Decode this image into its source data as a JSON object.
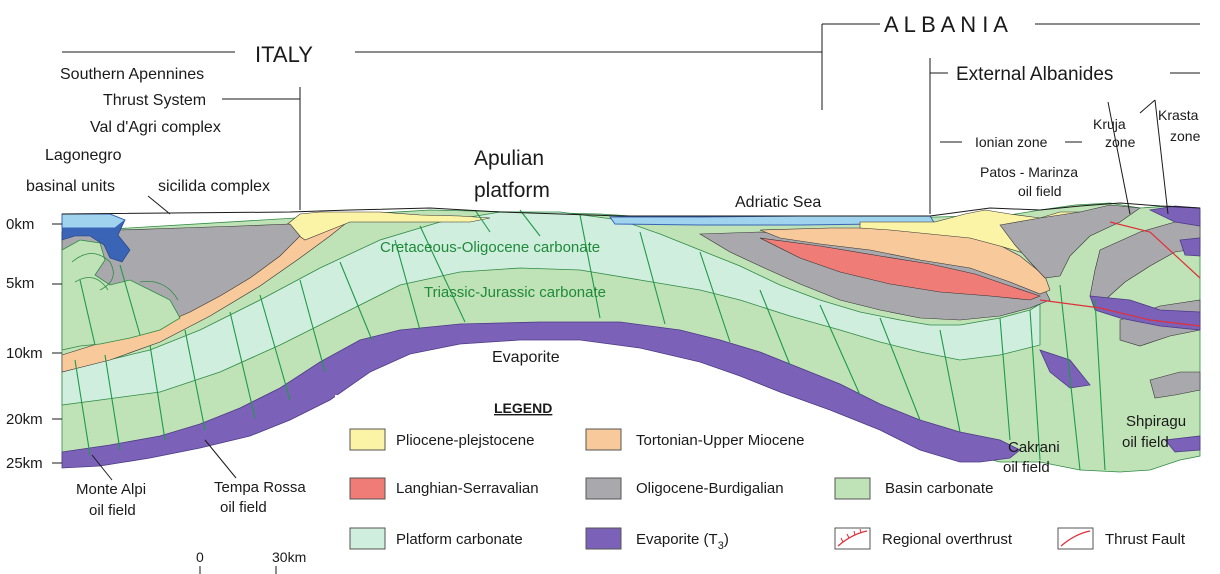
{
  "header": {
    "country_left": "ITALY",
    "country_right": "A L B A N I A",
    "external_albanides": "External Albanides",
    "southern_apennines_1": "Southern Apennines",
    "southern_apennines_2": "Thrust System",
    "val_dagri": "Val d'Agri complex",
    "lagonegro_1": "Lagonegro",
    "lagonegro_2": "basinal units",
    "sicilida": "sicilida complex",
    "apulian_1": "Apulian",
    "apulian_2": "platform",
    "adriatic": "Adriatic Sea",
    "ionian": "Ionian zone",
    "kruja_1": "Kruja",
    "kruja_2": "zone",
    "krasta_1": "Krasta",
    "krasta_2": "zone",
    "patos_1": "Patos - Marinza",
    "patos_2": "oil field"
  },
  "section_labels": {
    "cretaceous": "Cretaceous-Oligocene carbonate",
    "triassic": "Triassic-Jurassic carbonate",
    "evaporite": "Evaporite",
    "monte_alpi_1": "Monte Alpi",
    "monte_alpi_2": "oil field",
    "tempa_rossa_1": "Tempa Rossa",
    "tempa_rossa_2": "oil field",
    "cakrani_1": "Cakrani",
    "cakrani_2": "oil field",
    "shpiragu_1": "Shpiragu",
    "shpiragu_2": "oil field"
  },
  "depth_axis": [
    "0km",
    "5km",
    "10km",
    "20km",
    "25km"
  ],
  "scale_bar": {
    "start": "0",
    "end": "30km"
  },
  "legend": {
    "title": "LEGEND",
    "items": [
      {
        "label": "Pliocene-plejstocene",
        "color": "#fbf3a6"
      },
      {
        "label": "Tortonian-Upper Miocene",
        "color": "#f8c99a"
      },
      {
        "label": "Langhian-Serravalian",
        "color": "#ef7c77"
      },
      {
        "label": "Oligocene-Burdigalian",
        "color": "#a9a9ad"
      },
      {
        "label": "Basin carbonate",
        "color": "#bfe3b6"
      },
      {
        "label": "Platform carbonate",
        "color": "#cfeedd"
      },
      {
        "label": "Evaporite (T",
        "sub": "3",
        "close": ")",
        "color": "#7b62b8"
      },
      {
        "label": "Regional overthrust",
        "color": "#e0303a"
      },
      {
        "label": "Thrust Fault",
        "color": "#e0303a"
      }
    ]
  },
  "colors": {
    "sea": "#9fd3ee",
    "deep_blue": "#3a64b6",
    "basin": "#bfe3b6",
    "platform": "#cfeedd",
    "gray": "#a9a9ad",
    "tortonian": "#f8c99a",
    "pliocene": "#fbf3a6",
    "langhian": "#ef7c77",
    "evaporite": "#7b62b8",
    "fault": "#1f9a4a",
    "thrust": "#e0303a"
  }
}
